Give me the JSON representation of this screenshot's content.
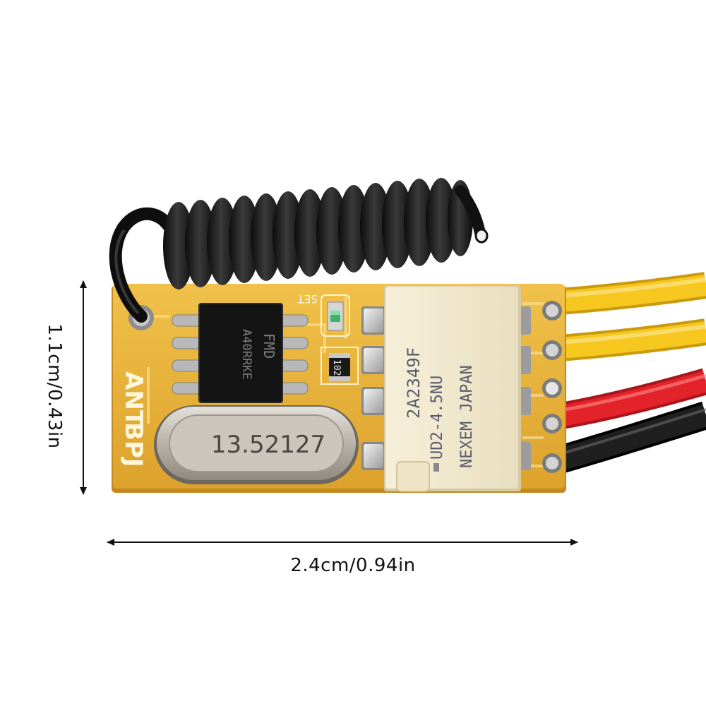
{
  "dimensions": {
    "width_label": "2.4cm/0.94in",
    "height_label": "1.1cm/0.43in"
  },
  "board": {
    "silkscreen_ant": "ANT",
    "silkscreen_brand": "BPJ",
    "silkscreen_set": "SET"
  },
  "chip": {
    "line1": "FMD",
    "line2": "A40RRKE"
  },
  "resistor": {
    "code": "102"
  },
  "crystal": {
    "frequency": "13.52127"
  },
  "relay": {
    "line1": "2A2349F",
    "line2": "UD2-4.5NU",
    "line3": "NEXEM JAPAN"
  },
  "colors": {
    "pcb": "#e8b23a",
    "antenna": "#1b1b1b",
    "wire_yellow": "#f5c21a",
    "wire_red": "#e3232a",
    "wire_black": "#1a1a1a",
    "relay_body": "#f3ead1",
    "crystal_metal": "#bdb7ae"
  }
}
